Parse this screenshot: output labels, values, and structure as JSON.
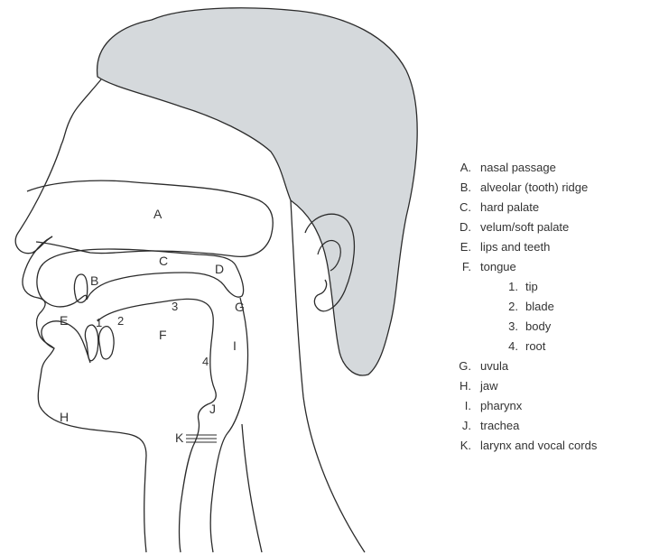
{
  "diagram": {
    "labels": {
      "A": "A",
      "B": "B",
      "C": "C",
      "D": "D",
      "E": "E",
      "F": "F",
      "G": "G",
      "H": "H",
      "I": "I",
      "J": "J",
      "K": "K",
      "n1": "1",
      "n2": "2",
      "n3": "3",
      "n4": "4"
    }
  },
  "legend": {
    "items": [
      {
        "letter": "A.",
        "text": "nasal passage"
      },
      {
        "letter": "B.",
        "text": "alveolar (tooth) ridge"
      },
      {
        "letter": "C.",
        "text": "hard palate"
      },
      {
        "letter": "D.",
        "text": "velum/soft palate"
      },
      {
        "letter": "E.",
        "text": "lips and teeth"
      },
      {
        "letter": "F.",
        "text": "tongue"
      },
      {
        "letter": "G.",
        "text": "uvula"
      },
      {
        "letter": "H.",
        "text": "jaw"
      },
      {
        "letter": "I.",
        "text": "pharynx"
      },
      {
        "letter": "J.",
        "text": "trachea"
      },
      {
        "letter": "K.",
        "text": "larynx and vocal cords"
      }
    ],
    "tongue_parts": [
      {
        "num": "1.",
        "text": "tip"
      },
      {
        "num": "2.",
        "text": "blade"
      },
      {
        "num": "3.",
        "text": "body"
      },
      {
        "num": "4.",
        "text": "root"
      }
    ]
  },
  "colors": {
    "hair_fill": "#d5d9dc",
    "outline": "#2b2b2b"
  }
}
